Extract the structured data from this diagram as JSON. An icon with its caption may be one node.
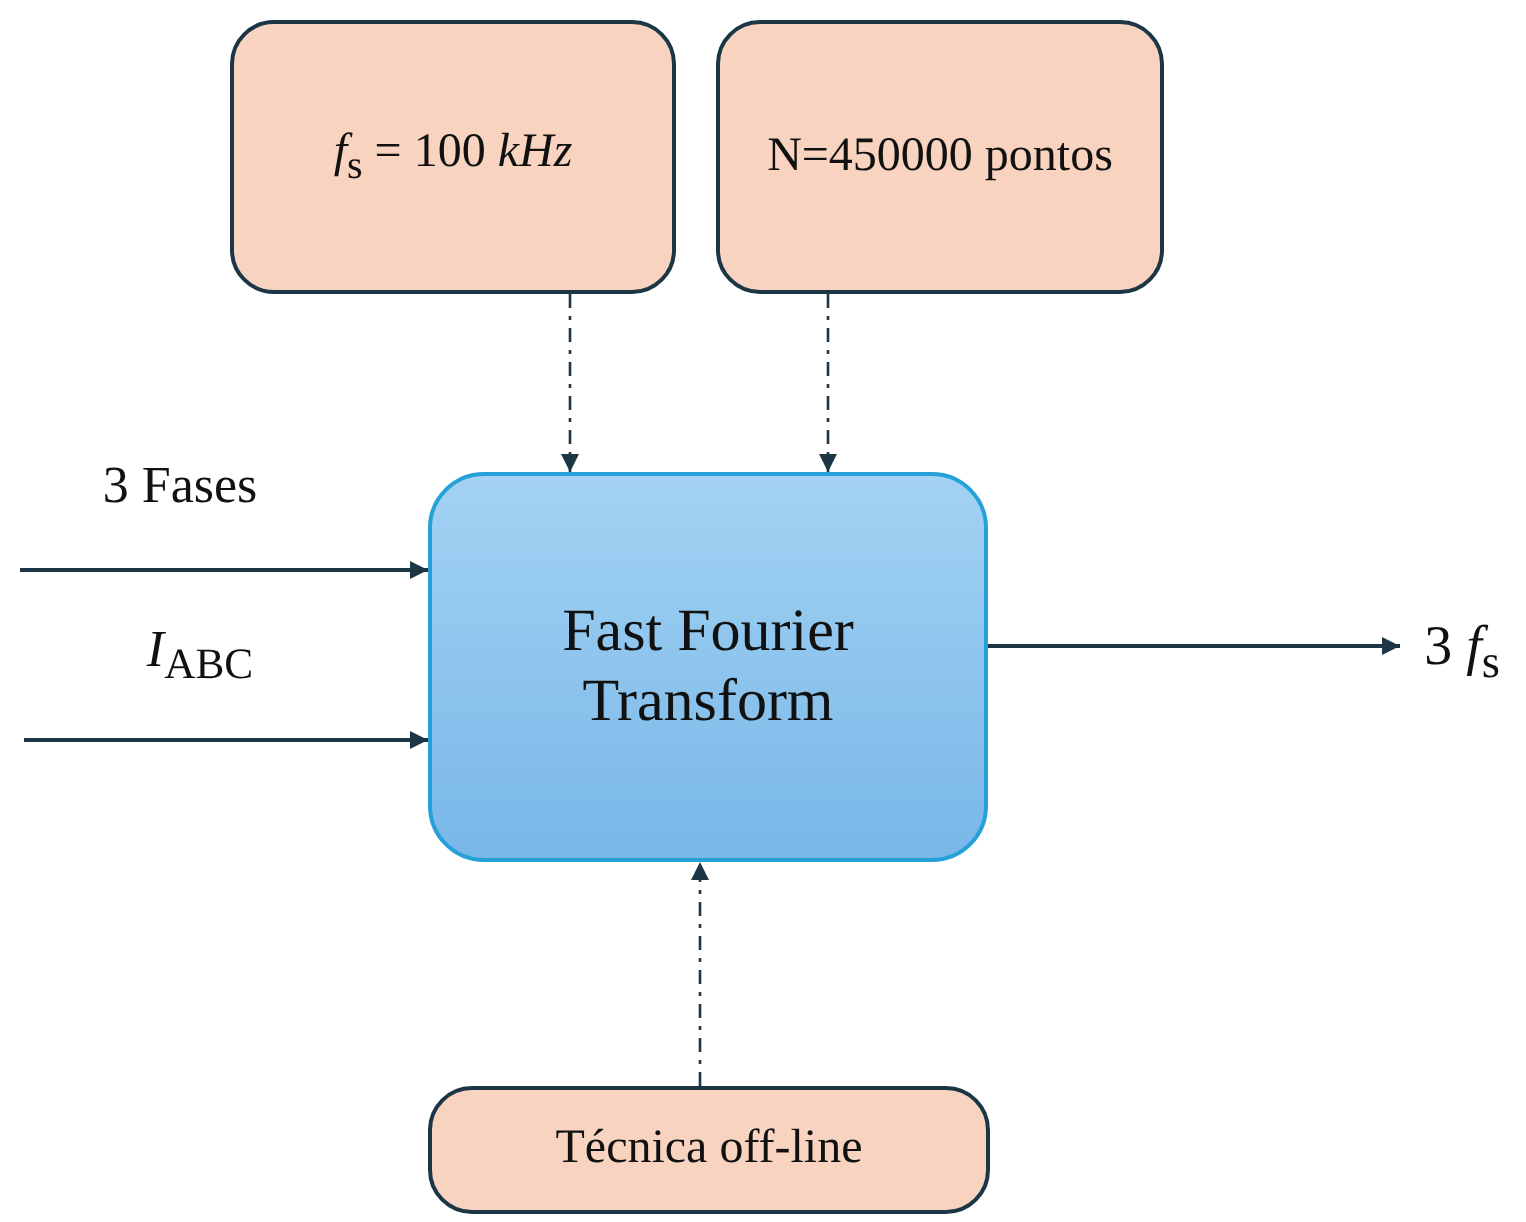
{
  "diagram": {
    "nodes": [
      {
        "text": [
          "*f*$_{s}$ = 100 *kHz*"
        ]
      },
      {
        "text": [
          "N=450000 pontos"
        ]
      },
      {
        "text": [
          "Fast Fourier Transform"
        ]
      },
      {
        "text": [
          "Técnica off-line"
        ]
      },
      {
        "text": [
          "3 *f*$_{s}$"
        ]
      }
    ],
    "edges": [
      {
        "from": 0,
        "to": 2,
        "arrow": "to",
        "style": "dashed"
      },
      {
        "from": 1,
        "to": 2,
        "arrow": "to",
        "style": "dashed"
      },
      {
        "from": null,
        "to": 2,
        "arrow": "to",
        "label": "3 Fases"
      },
      {
        "from": null,
        "to": 2,
        "arrow": "to",
        "label": "*I*$_{ABC}$"
      },
      {
        "from": 2,
        "to": 4,
        "arrow": "to"
      },
      {
        "from": 3,
        "to": 2,
        "arrow": "to",
        "style": "dashed"
      }
    ]
  }
}
